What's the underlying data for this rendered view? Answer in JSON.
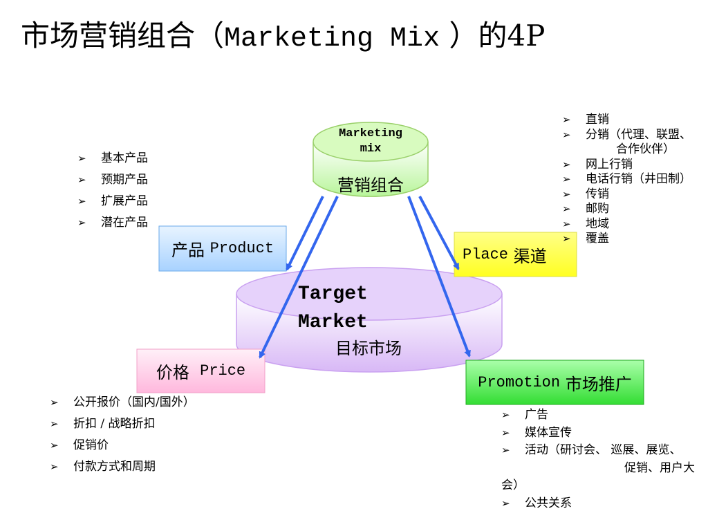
{
  "title": {
    "cn_prefix": "市场营销组合（",
    "en": "Marketing Mix",
    "cn_suffix": "）的4P"
  },
  "marketing_mix": {
    "en_line1": "Marketing",
    "en_line2": "mix",
    "cn": "营销组合"
  },
  "target_market": {
    "en_line1": "Target",
    "en_line2": "Market",
    "cn": "目标市场"
  },
  "product": {
    "cn": "产品",
    "en": "Product",
    "items": [
      "基本产品",
      "预期产品",
      "扩展产品",
      "潜在产品"
    ]
  },
  "place": {
    "en": "Place",
    "cn": "渠道",
    "items": [
      "直销",
      "分销（代理、联盟、",
      "合作伙伴）",
      "网上行销",
      "电话行销（井田制）",
      "传销",
      "邮购",
      "地域",
      "覆盖"
    ]
  },
  "price": {
    "cn": "价格",
    "en": "Price",
    "items": [
      "公开报价（国内/国外）",
      "折扣 / 战略折扣",
      "促销价",
      "付款方式和周期"
    ]
  },
  "promotion": {
    "en": "Promotion",
    "cn": "市场推广",
    "items": [
      "广告",
      "媒体宣传",
      "活动（研讨会、 巡展、展览、",
      "促销、用户大",
      "会）",
      "公共关系"
    ]
  },
  "colors": {
    "mix_fill": "#ccffaa",
    "mix_stroke": "#99cc33",
    "target_fill": "#e0c8f8",
    "target_stroke": "#bb88ee",
    "product_fill": "#b8dcff",
    "place_fill": "#ffff33",
    "price_fill": "#ffcce6",
    "promotion_fill": "#44ee44",
    "arrow": "#3366ee"
  }
}
